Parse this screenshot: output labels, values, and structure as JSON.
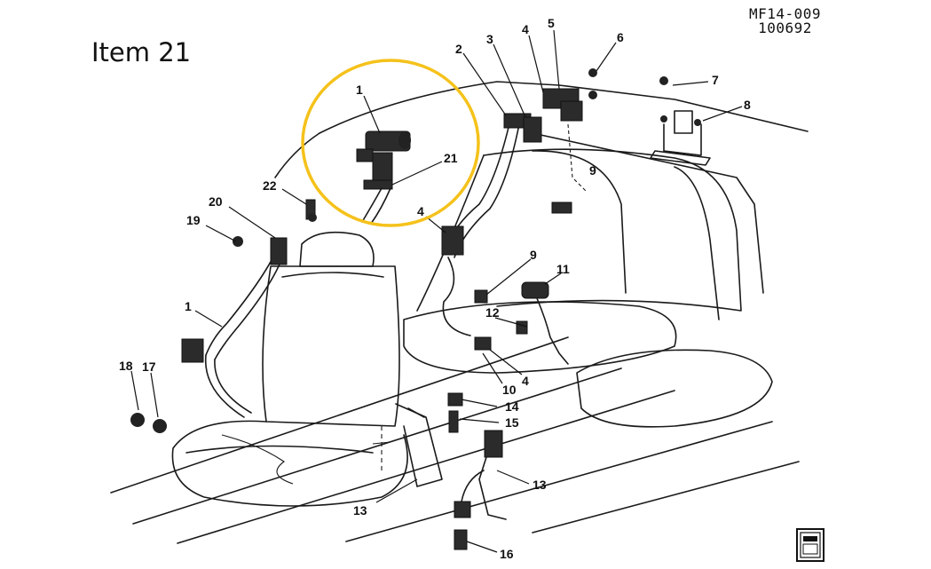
{
  "caption": "Item 21",
  "drawing_code": [
    "MF14-009",
    "100692"
  ],
  "highlight": {
    "color": "#F5C21B",
    "target_item": "21"
  },
  "callouts": [
    {
      "label": "1"
    },
    {
      "label": "21"
    },
    {
      "label": "22"
    },
    {
      "label": "20"
    },
    {
      "label": "19"
    },
    {
      "label": "1"
    },
    {
      "label": "18"
    },
    {
      "label": "17"
    },
    {
      "label": "2"
    },
    {
      "label": "3"
    },
    {
      "label": "4"
    },
    {
      "label": "5"
    },
    {
      "label": "6"
    },
    {
      "label": "7"
    },
    {
      "label": "8"
    },
    {
      "label": "4"
    },
    {
      "label": "9"
    },
    {
      "label": "9"
    },
    {
      "label": "11"
    },
    {
      "label": "12"
    },
    {
      "label": "4"
    },
    {
      "label": "10"
    },
    {
      "label": "14"
    },
    {
      "label": "15"
    },
    {
      "label": "13"
    },
    {
      "label": "13"
    },
    {
      "label": "16"
    }
  ],
  "corner_icon": "catalog-book-icon"
}
